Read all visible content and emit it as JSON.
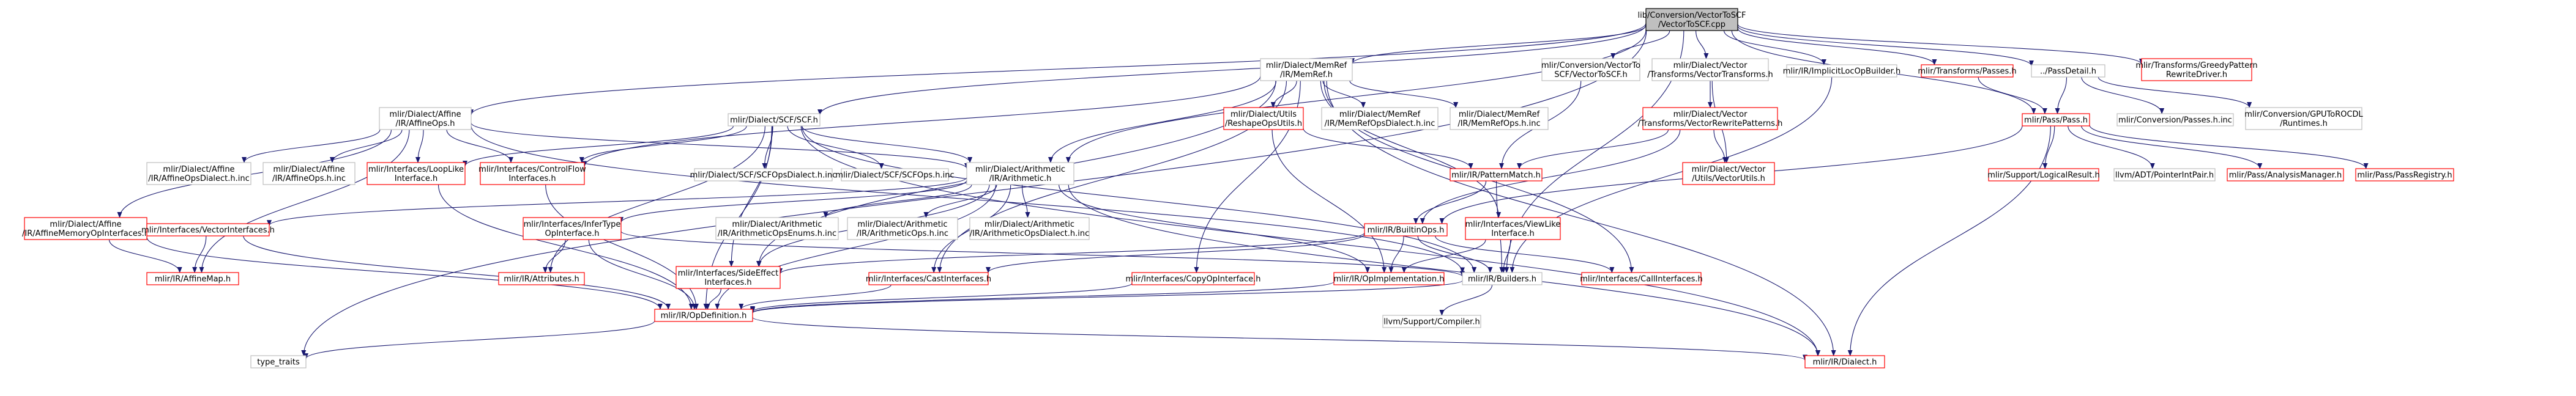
{
  "graph": {
    "title": "lib/Conversion/VectorToSCF/VectorToSCF.cpp include dependency graph",
    "colors": {
      "root_fill": "#bfbfbf",
      "node_fill": "#ffffff",
      "border_normal": "#bfbfbf",
      "border_truncated": "#ff0000",
      "text": "#000000",
      "edge": "#191970"
    },
    "nodes": [
      {
        "id": "root",
        "lines": [
          "lib/Conversion/VectorToSCF",
          "/VectorToSCF.cpp"
        ],
        "kind": "root"
      },
      {
        "id": "memref",
        "lines": [
          "mlir/Dialect/MemRef",
          "/IR/MemRef.h"
        ],
        "kind": "normal"
      },
      {
        "id": "conv_v2scf",
        "lines": [
          "mlir/Conversion/VectorTo",
          "SCF/VectorToSCF.h"
        ],
        "kind": "normal"
      },
      {
        "id": "vec_transforms",
        "lines": [
          "mlir/Dialect/Vector",
          "/Transforms/VectorTransforms.h"
        ],
        "kind": "normal"
      },
      {
        "id": "implicitloc",
        "lines": [
          "mlir/IR/ImplicitLocOpBuilder.h"
        ],
        "kind": "normal"
      },
      {
        "id": "transforms_passes",
        "lines": [
          "mlir/Transforms/Passes.h"
        ],
        "kind": "truncated"
      },
      {
        "id": "passdetail",
        "lines": [
          "../PassDetail.h"
        ],
        "kind": "normal"
      },
      {
        "id": "greedy",
        "lines": [
          "mlir/Transforms/GreedyPattern",
          "RewriteDriver.h"
        ],
        "kind": "truncated"
      },
      {
        "id": "type_traits",
        "lines": [
          "type_traits"
        ],
        "kind": "normal"
      },
      {
        "id": "affineops",
        "lines": [
          "mlir/Dialect/Affine",
          "/IR/AffineOps.h"
        ],
        "kind": "normal"
      },
      {
        "id": "scf",
        "lines": [
          "mlir/Dialect/SCF/SCF.h"
        ],
        "kind": "normal"
      },
      {
        "id": "reshape",
        "lines": [
          "mlir/Dialect/Utils",
          "/ReshapeOpsUtils.h"
        ],
        "kind": "truncated"
      },
      {
        "id": "memref_dialect_inc",
        "lines": [
          "mlir/Dialect/MemRef",
          "/IR/MemRefOpsDialect.h.inc"
        ],
        "kind": "normal"
      },
      {
        "id": "memref_ops_inc",
        "lines": [
          "mlir/Dialect/MemRef",
          "/IR/MemRefOps.h.inc"
        ],
        "kind": "normal"
      },
      {
        "id": "vec_rewrite",
        "lines": [
          "mlir/Dialect/Vector",
          "/Transforms/VectorRewritePatterns.h"
        ],
        "kind": "truncated"
      },
      {
        "id": "pass_h",
        "lines": [
          "mlir/Pass/Pass.h"
        ],
        "kind": "truncated"
      },
      {
        "id": "conv_passes_inc",
        "lines": [
          "mlir/Conversion/Passes.h.inc"
        ],
        "kind": "normal"
      },
      {
        "id": "gputorocdl",
        "lines": [
          "mlir/Conversion/GPUToROCDL",
          "/Runtimes.h"
        ],
        "kind": "normal"
      },
      {
        "id": "affine_dialect_inc",
        "lines": [
          "mlir/Dialect/Affine",
          "/IR/AffineOpsDialect.h.inc"
        ],
        "kind": "normal"
      },
      {
        "id": "affine_ops_inc",
        "lines": [
          "mlir/Dialect/Affine",
          "/IR/AffineOps.h.inc"
        ],
        "kind": "normal"
      },
      {
        "id": "looplike",
        "lines": [
          "mlir/Interfaces/LoopLike",
          "Interface.h"
        ],
        "kind": "truncated"
      },
      {
        "id": "controlflow",
        "lines": [
          "mlir/Interfaces/ControlFlow",
          "Interfaces.h"
        ],
        "kind": "truncated"
      },
      {
        "id": "scf_dialect_inc",
        "lines": [
          "mlir/Dialect/SCF/SCFOpsDialect.h.inc"
        ],
        "kind": "normal"
      },
      {
        "id": "scf_ops_inc",
        "lines": [
          "mlir/Dialect/SCF/SCFOps.h.inc"
        ],
        "kind": "normal"
      },
      {
        "id": "arith",
        "lines": [
          "mlir/Dialect/Arithmetic",
          "/IR/Arithmetic.h"
        ],
        "kind": "normal"
      },
      {
        "id": "patternmatch",
        "lines": [
          "mlir/IR/PatternMatch.h"
        ],
        "kind": "truncated"
      },
      {
        "id": "vec_utils",
        "lines": [
          "mlir/Dialect/Vector",
          "/Utils/VectorUtils.h"
        ],
        "kind": "truncated"
      },
      {
        "id": "logicalresult",
        "lines": [
          "mlir/Support/LogicalResult.h"
        ],
        "kind": "truncated"
      },
      {
        "id": "pointerintpair",
        "lines": [
          "llvm/ADT/PointerIntPair.h"
        ],
        "kind": "normal"
      },
      {
        "id": "analysismgr",
        "lines": [
          "mlir/Pass/AnalysisManager.h"
        ],
        "kind": "truncated"
      },
      {
        "id": "passregistry",
        "lines": [
          "mlir/Pass/PassRegistry.h"
        ],
        "kind": "truncated"
      },
      {
        "id": "affinememop",
        "lines": [
          "mlir/Dialect/Affine",
          "/IR/AffineMemoryOpInterfaces.h"
        ],
        "kind": "truncated"
      },
      {
        "id": "vectorinterfaces",
        "lines": [
          "mlir/Interfaces/VectorInterfaces.h"
        ],
        "kind": "truncated"
      },
      {
        "id": "infertype",
        "lines": [
          "mlir/Interfaces/InferType",
          "OpInterface.h"
        ],
        "kind": "truncated"
      },
      {
        "id": "arith_enums_inc",
        "lines": [
          "mlir/Dialect/Arithmetic",
          "/IR/ArithmeticOpsEnums.h.inc"
        ],
        "kind": "normal"
      },
      {
        "id": "arith_ops_inc",
        "lines": [
          "mlir/Dialect/Arithmetic",
          "/IR/ArithmeticOps.h.inc"
        ],
        "kind": "normal"
      },
      {
        "id": "arith_dialect_inc",
        "lines": [
          "mlir/Dialect/Arithmetic",
          "/IR/ArithmeticOpsDialect.h.inc"
        ],
        "kind": "normal"
      },
      {
        "id": "builtinops",
        "lines": [
          "mlir/IR/BuiltinOps.h"
        ],
        "kind": "truncated"
      },
      {
        "id": "viewlike",
        "lines": [
          "mlir/Interfaces/ViewLike",
          "Interface.h"
        ],
        "kind": "truncated"
      },
      {
        "id": "affinemap",
        "lines": [
          "mlir/IR/AffineMap.h"
        ],
        "kind": "truncated"
      },
      {
        "id": "attributes",
        "lines": [
          "mlir/IR/Attributes.h"
        ],
        "kind": "truncated"
      },
      {
        "id": "sideeffect",
        "lines": [
          "mlir/Interfaces/SideEffect",
          "Interfaces.h"
        ],
        "kind": "truncated"
      },
      {
        "id": "castinterfaces",
        "lines": [
          "mlir/Interfaces/CastInterfaces.h"
        ],
        "kind": "truncated"
      },
      {
        "id": "copyop",
        "lines": [
          "mlir/Interfaces/CopyOpInterface.h"
        ],
        "kind": "truncated"
      },
      {
        "id": "opimpl",
        "lines": [
          "mlir/IR/OpImplementation.h"
        ],
        "kind": "truncated"
      },
      {
        "id": "builders",
        "lines": [
          "mlir/IR/Builders.h"
        ],
        "kind": "normal"
      },
      {
        "id": "callinterfaces",
        "lines": [
          "mlir/Interfaces/CallInterfaces.h"
        ],
        "kind": "truncated"
      },
      {
        "id": "compiler",
        "lines": [
          "llvm/Support/Compiler.h"
        ],
        "kind": "normal"
      },
      {
        "id": "opdefinition",
        "lines": [
          "mlir/IR/OpDefinition.h"
        ],
        "kind": "truncated"
      },
      {
        "id": "dialect",
        "lines": [
          "mlir/IR/Dialect.h"
        ],
        "kind": "truncated"
      }
    ],
    "edges": [
      [
        "root",
        "memref"
      ],
      [
        "root",
        "conv_v2scf"
      ],
      [
        "root",
        "vec_transforms"
      ],
      [
        "root",
        "implicitloc"
      ],
      [
        "root",
        "transforms_passes"
      ],
      [
        "root",
        "passdetail"
      ],
      [
        "root",
        "greedy"
      ],
      [
        "root",
        "type_traits"
      ],
      [
        "root",
        "affineops"
      ],
      [
        "root",
        "scf"
      ],
      [
        "root",
        "arith"
      ],
      [
        "root",
        "builders"
      ],
      [
        "root",
        "pass_h"
      ],
      [
        "memref",
        "reshape"
      ],
      [
        "memref",
        "memref_dialect_inc"
      ],
      [
        "memref",
        "memref_ops_inc"
      ],
      [
        "memref",
        "arith"
      ],
      [
        "memref",
        "controlflow"
      ],
      [
        "memref",
        "sideeffect"
      ],
      [
        "memref",
        "castinterfaces"
      ],
      [
        "memref",
        "copyop"
      ],
      [
        "memref",
        "callinterfaces"
      ],
      [
        "memref",
        "dialect"
      ],
      [
        "memref",
        "viewlike"
      ],
      [
        "conv_v2scf",
        "patternmatch"
      ],
      [
        "vec_transforms",
        "vec_rewrite"
      ],
      [
        "vec_transforms",
        "vec_utils"
      ],
      [
        "vec_rewrite",
        "patternmatch"
      ],
      [
        "vec_rewrite",
        "vec_utils"
      ],
      [
        "vec_rewrite",
        "builtinops"
      ],
      [
        "implicitloc",
        "builders"
      ],
      [
        "transforms_passes",
        "pass_h"
      ],
      [
        "passdetail",
        "pass_h"
      ],
      [
        "passdetail",
        "conv_passes_inc"
      ],
      [
        "passdetail",
        "gputorocdl"
      ],
      [
        "pass_h",
        "logicalresult"
      ],
      [
        "pass_h",
        "pointerintpair"
      ],
      [
        "pass_h",
        "analysismgr"
      ],
      [
        "pass_h",
        "passregistry"
      ],
      [
        "pass_h",
        "builtinops"
      ],
      [
        "pass_h",
        "dialect"
      ],
      [
        "affineops",
        "affine_dialect_inc"
      ],
      [
        "affineops",
        "affine_ops_inc"
      ],
      [
        "affineops",
        "looplike"
      ],
      [
        "affineops",
        "controlflow"
      ],
      [
        "affineops",
        "arith"
      ],
      [
        "affineops",
        "affinememop"
      ],
      [
        "affineops",
        "affinemap"
      ],
      [
        "affineops",
        "builders"
      ],
      [
        "scf",
        "scf_dialect_inc"
      ],
      [
        "scf",
        "scf_ops_inc"
      ],
      [
        "scf",
        "looplike"
      ],
      [
        "scf",
        "controlflow"
      ],
      [
        "scf",
        "arith"
      ],
      [
        "scf",
        "sideeffect"
      ],
      [
        "scf",
        "opdefinition"
      ],
      [
        "scf",
        "attributes"
      ],
      [
        "scf",
        "builders"
      ],
      [
        "scf",
        "dialect"
      ],
      [
        "reshape",
        "patternmatch"
      ],
      [
        "reshape",
        "opimpl"
      ],
      [
        "patternmatch",
        "builtinops"
      ],
      [
        "patternmatch",
        "builders"
      ],
      [
        "looplike",
        "opdefinition"
      ],
      [
        "controlflow",
        "opdefinition"
      ],
      [
        "arith",
        "vectorinterfaces"
      ],
      [
        "arith",
        "infertype"
      ],
      [
        "arith",
        "arith_enums_inc"
      ],
      [
        "arith",
        "arith_ops_inc"
      ],
      [
        "arith",
        "arith_dialect_inc"
      ],
      [
        "arith",
        "sideeffect"
      ],
      [
        "arith",
        "castinterfaces"
      ],
      [
        "arith",
        "opimpl"
      ],
      [
        "arith",
        "opdefinition"
      ],
      [
        "arith",
        "dialect"
      ],
      [
        "affinememop",
        "affinemap"
      ],
      [
        "affinememop",
        "opdefinition"
      ],
      [
        "vectorinterfaces",
        "affinemap"
      ],
      [
        "vectorinterfaces",
        "opdefinition"
      ],
      [
        "infertype",
        "attributes"
      ],
      [
        "infertype",
        "builders"
      ],
      [
        "infertype",
        "opdefinition"
      ],
      [
        "builtinops",
        "sideeffect"
      ],
      [
        "builtinops",
        "opimpl"
      ],
      [
        "builtinops",
        "castinterfaces"
      ],
      [
        "builtinops",
        "callinterfaces"
      ],
      [
        "builtinops",
        "builders"
      ],
      [
        "viewlike",
        "opimpl"
      ],
      [
        "viewlike",
        "builders"
      ],
      [
        "sideeffect",
        "opdefinition"
      ],
      [
        "castinterfaces",
        "opdefinition"
      ],
      [
        "copyop",
        "opdefinition"
      ],
      [
        "opimpl",
        "opdefinition"
      ],
      [
        "builders",
        "compiler"
      ],
      [
        "builders",
        "opdefinition"
      ],
      [
        "opdefinition",
        "type_traits"
      ],
      [
        "opdefinition",
        "dialect"
      ]
    ]
  }
}
